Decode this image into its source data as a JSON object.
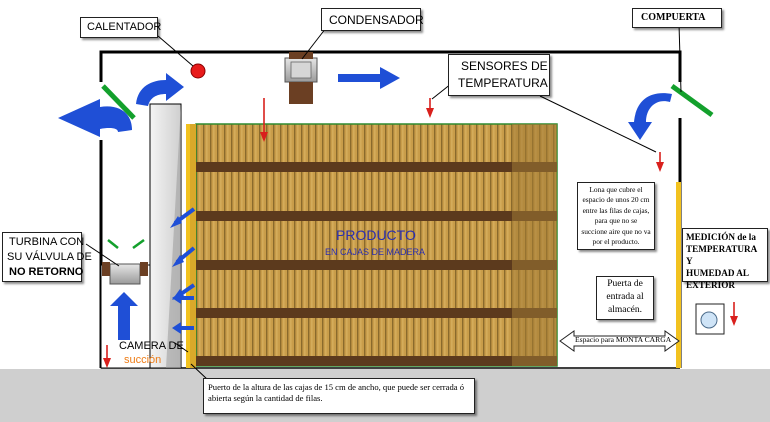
{
  "labels": {
    "calentador": "CALENTADOR",
    "condensador": "CONDENSADOR",
    "compuerta": "COMPUERTA",
    "sensores_line1": "SENSORES DE",
    "sensores_line2": "TEMPERATURA",
    "turbina_line1": "TURBINA CON",
    "turbina_line2": "SU VÁLVULA DE",
    "turbina_line3": "NO RETORNO",
    "camera_line1": "CAMERA DE",
    "camera_line2": "succión",
    "producto": "PRODUCTO",
    "producto_sub": "EN CAJAS DE MADERA",
    "lona": "Lona que cubre el espacio de unos 20 cm entre las filas de cajas, para que no se succione aire que no va por el producto.",
    "medicion_line1": "MEDICIÓN de la",
    "medicion_line2": "TEMPERATURA Y",
    "medicion_line3": "HUMEDAD AL",
    "medicion_line4": "EXTERIOR",
    "puerta_line1": "Puerta de",
    "puerta_line2": "entrada al",
    "puerta_line3": "almacén.",
    "espacio": "Espacio para MONTA CARGA",
    "puerto": "Puerto de la altura de las cajas de 15 cm de ancho, que puede ser cerrada ó abierta según la cantidad de filas."
  },
  "colors": {
    "airflow_arrow": "#1f4fd6",
    "heater": "#e81b1b",
    "gate": "#13a02c",
    "sensor_arrow": "#d9201d",
    "product_wood": "#c49a48",
    "product_dark": "#5c3a1d",
    "door": "#f2c21f",
    "floor": "#cfcfcf",
    "suction_text": "#ee7d17",
    "product_label": "#2b2fb0"
  }
}
